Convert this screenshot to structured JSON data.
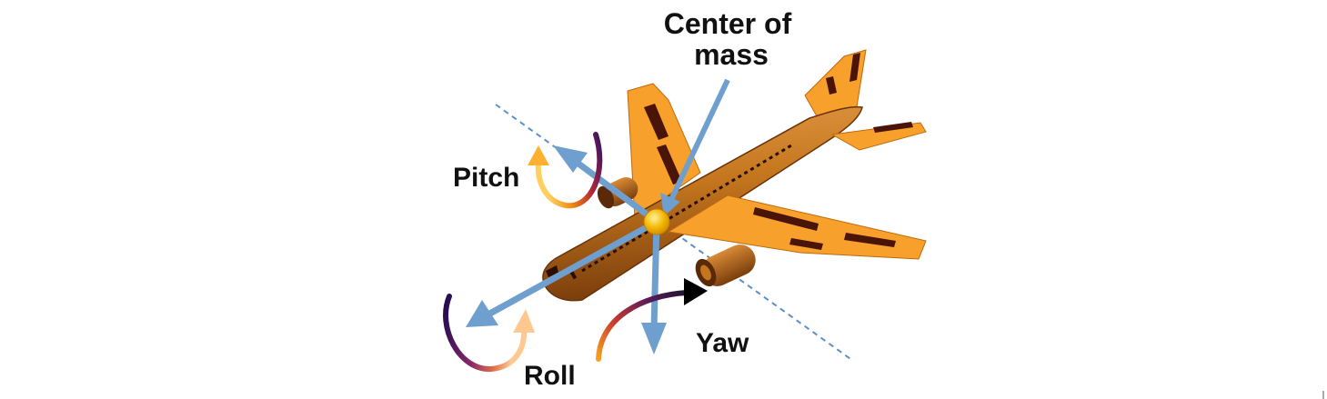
{
  "labels": {
    "center_of_mass_line1": "Center of",
    "center_of_mass_line2": "mass",
    "pitch": "Pitch",
    "roll": "Roll",
    "yaw": "Yaw"
  },
  "colors": {
    "airplane_body": "#C4761E",
    "wing": "#F7A02B",
    "wing_stripe": "#4A1508",
    "axis_arrow": "#6E9FCE",
    "axis_line": "#5C8FC6",
    "center_of_mass": "#F5B800",
    "yaw_arrowhead": "#000000"
  },
  "icons": [
    "airplane-icon",
    "pitch-rotation-arrow",
    "roll-rotation-arrow",
    "yaw-rotation-arrow"
  ]
}
